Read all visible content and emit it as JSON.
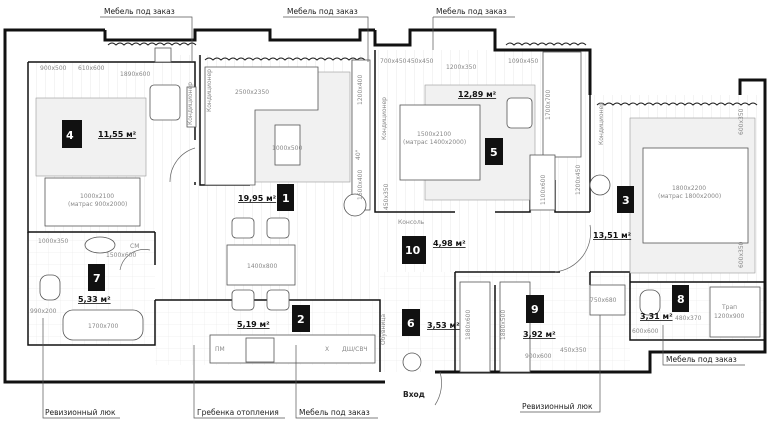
{
  "rooms": [
    {
      "num": "1",
      "area": "19,95 м²"
    },
    {
      "num": "2",
      "area": "5,19 м²"
    },
    {
      "num": "3",
      "area": "13,51 м²"
    },
    {
      "num": "4",
      "area": "11,55 м²"
    },
    {
      "num": "5",
      "area": "12,89 м²"
    },
    {
      "num": "6",
      "area": "3,53 м²"
    },
    {
      "num": "7",
      "area": "5,33 м²"
    },
    {
      "num": "8",
      "area": "3,31 м²"
    },
    {
      "num": "9",
      "area": "3,92 м²"
    },
    {
      "num": "10",
      "area": "4,98 м²"
    }
  ],
  "dims": {
    "d900x500": "900x500",
    "d610x600": "610x600",
    "d1890x600": "1890x600",
    "d2500x2350": "2500x2350",
    "d1000x500": "1000x500",
    "d1200x400": "1200x400",
    "d1600x400": "1600x400",
    "d1000x2100": "1000x2100",
    "mattress900": "(матрас 900x2000)",
    "d700x450": "700x450",
    "d450x450": "450x450",
    "d1200x350": "1200x350",
    "d1090x450": "1090x450",
    "d1700x700": "1700x700",
    "d1500x2100": "1500x2100",
    "mattress1400": "(матрас 1400x2000)",
    "d450x350a": "450x350",
    "d1100x600": "1100x600",
    "d1200x450": "1200x450",
    "d1800x2200": "1800x2200",
    "mattress1800": "(матрас 1800x2000)",
    "d600x350": "600x350",
    "d1000x350": "1000x350",
    "d1500x600": "1500x600",
    "cm": "СМ",
    "d990x200": "990x200",
    "d1700x700b": "1700x700",
    "d1400x800": "1400x800",
    "pm": "ПМ",
    "x": "Х",
    "dsh": "ДШ/СВЧ",
    "d1880x600": "1880x600",
    "d1880x500": "1880x500",
    "d900x600": "900x600",
    "d450x350b": "450x350",
    "d750x680": "750x680",
    "d600x600": "600x600",
    "d480x370": "480x370",
    "trap": "Трап",
    "d1200x900": "1200x900",
    "console": "Консоль",
    "shoes": "Обувница",
    "conditioner": "Кондиционер",
    "tv": "40\""
  },
  "annotations": {
    "top1": "Мебель под заказ",
    "top2": "Мебель под заказ",
    "top3": "Мебель под заказ",
    "bottom_hatch1": "Ревизионный люк",
    "bottom_heating": "Гребенка отопления",
    "bottom_furniture": "Мебель под заказ",
    "entrance": "Вход",
    "bottom_hatch2": "Ревизионный люк",
    "right_furniture": "Мебель под заказ"
  }
}
